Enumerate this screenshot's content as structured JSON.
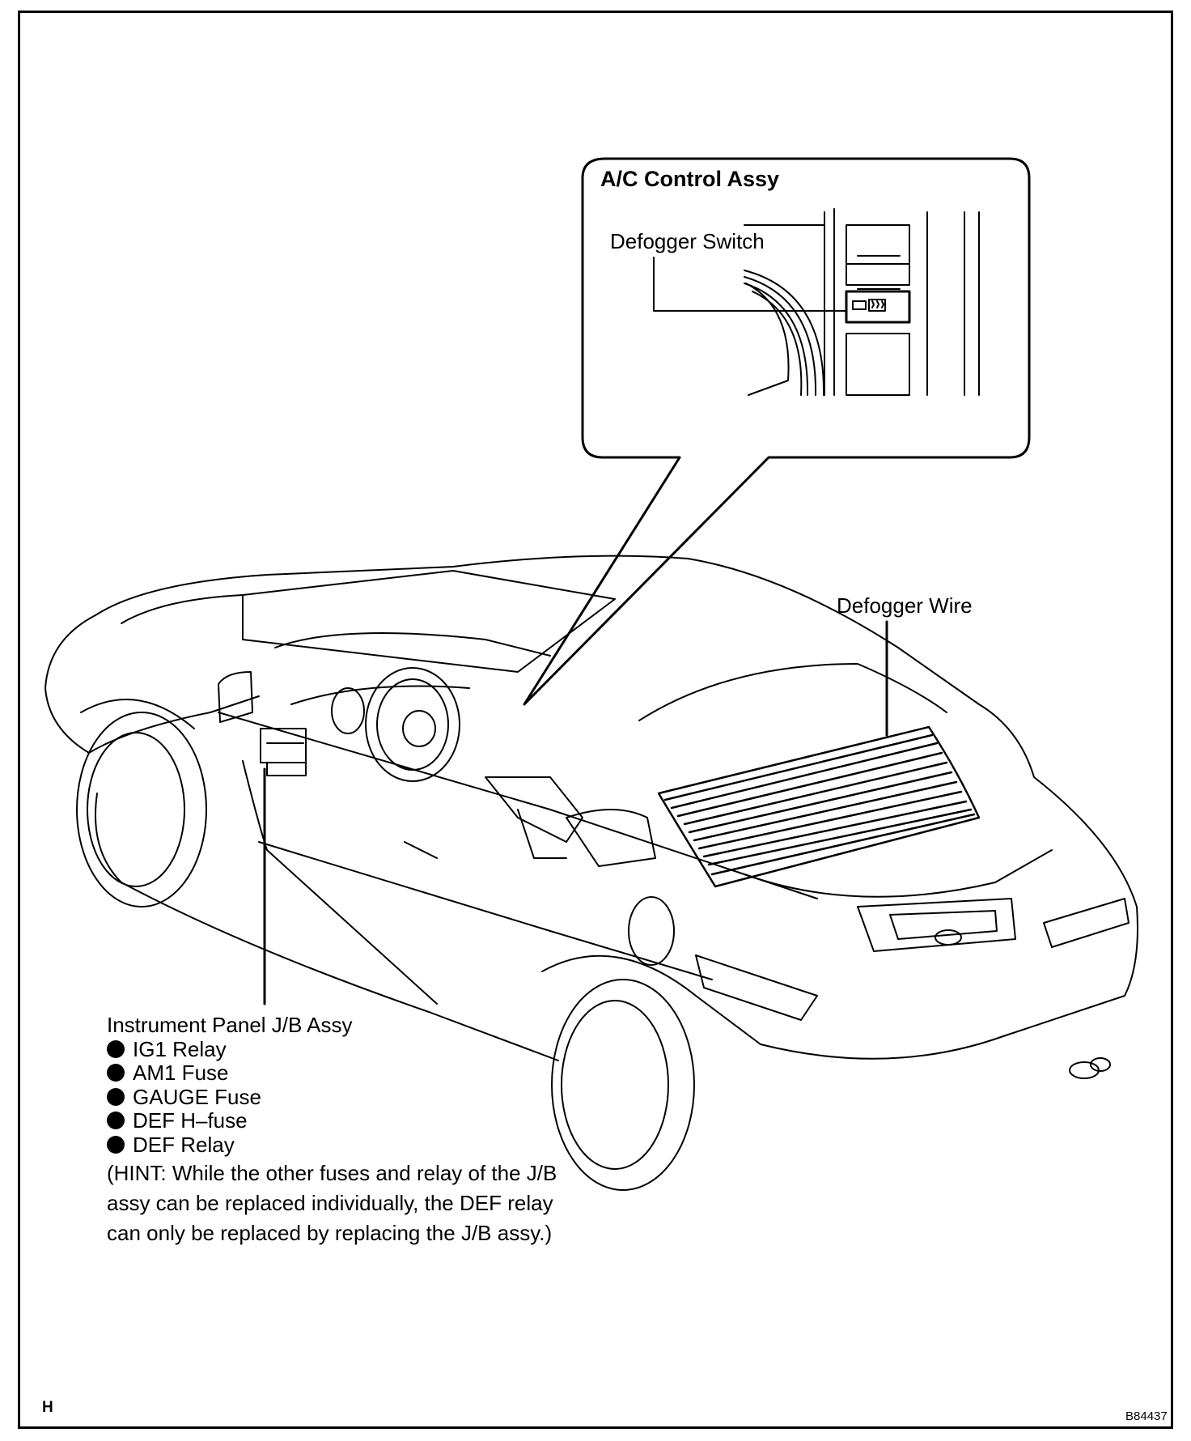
{
  "callout": {
    "title": "A/C Control Assy",
    "switch_label": "Defogger Switch"
  },
  "defogger_wire_label": "Defogger Wire",
  "jb_assy": {
    "title": "Instrument Panel J/B Assy",
    "items": [
      "IG1 Relay",
      "AM1 Fuse",
      "GAUGE Fuse",
      "DEF H–fuse",
      "DEF Relay"
    ],
    "hint": [
      "(HINT: While the other fuses and relay of the J/B",
      "assy can be replaced individually, the DEF relay",
      "can only be replaced by replacing the J/B assy.)"
    ]
  },
  "corner_mark": "H",
  "figure_code": "B84437"
}
